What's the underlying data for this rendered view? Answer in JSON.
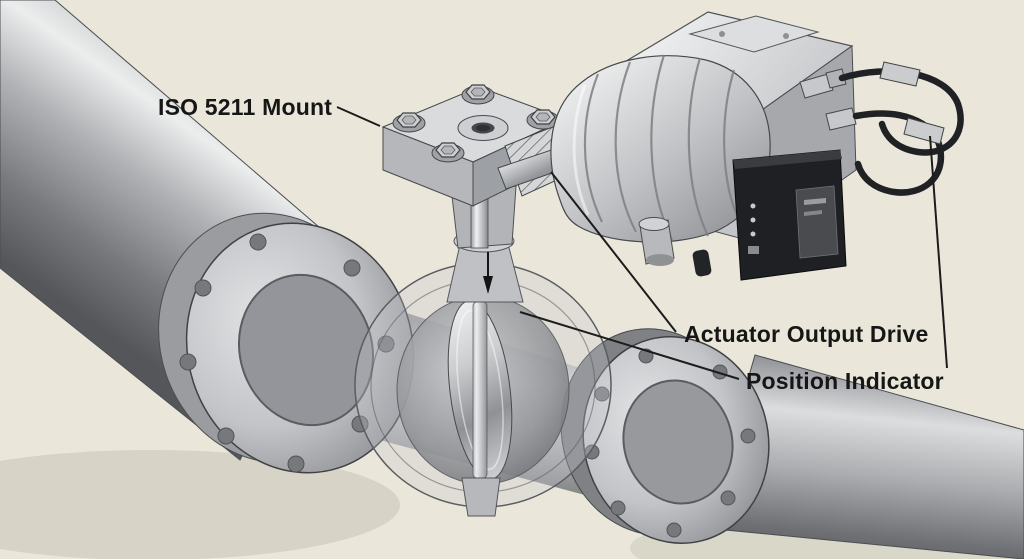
{
  "diagram": {
    "background_color": "#eae7da",
    "labels": {
      "iso_mount": "ISO 5211 Mount",
      "actuator_output_drive": "Actuator Output Drive",
      "position_indicator": "Position Indicator"
    },
    "colors": {
      "label_text": "#161616",
      "leader_line": "#1c1c1c",
      "pipe_highlight": "#eceded",
      "pipe_shadow": "#54565a",
      "actuator_metal": "#c0c2c5",
      "control_box": "#1f2023"
    }
  }
}
